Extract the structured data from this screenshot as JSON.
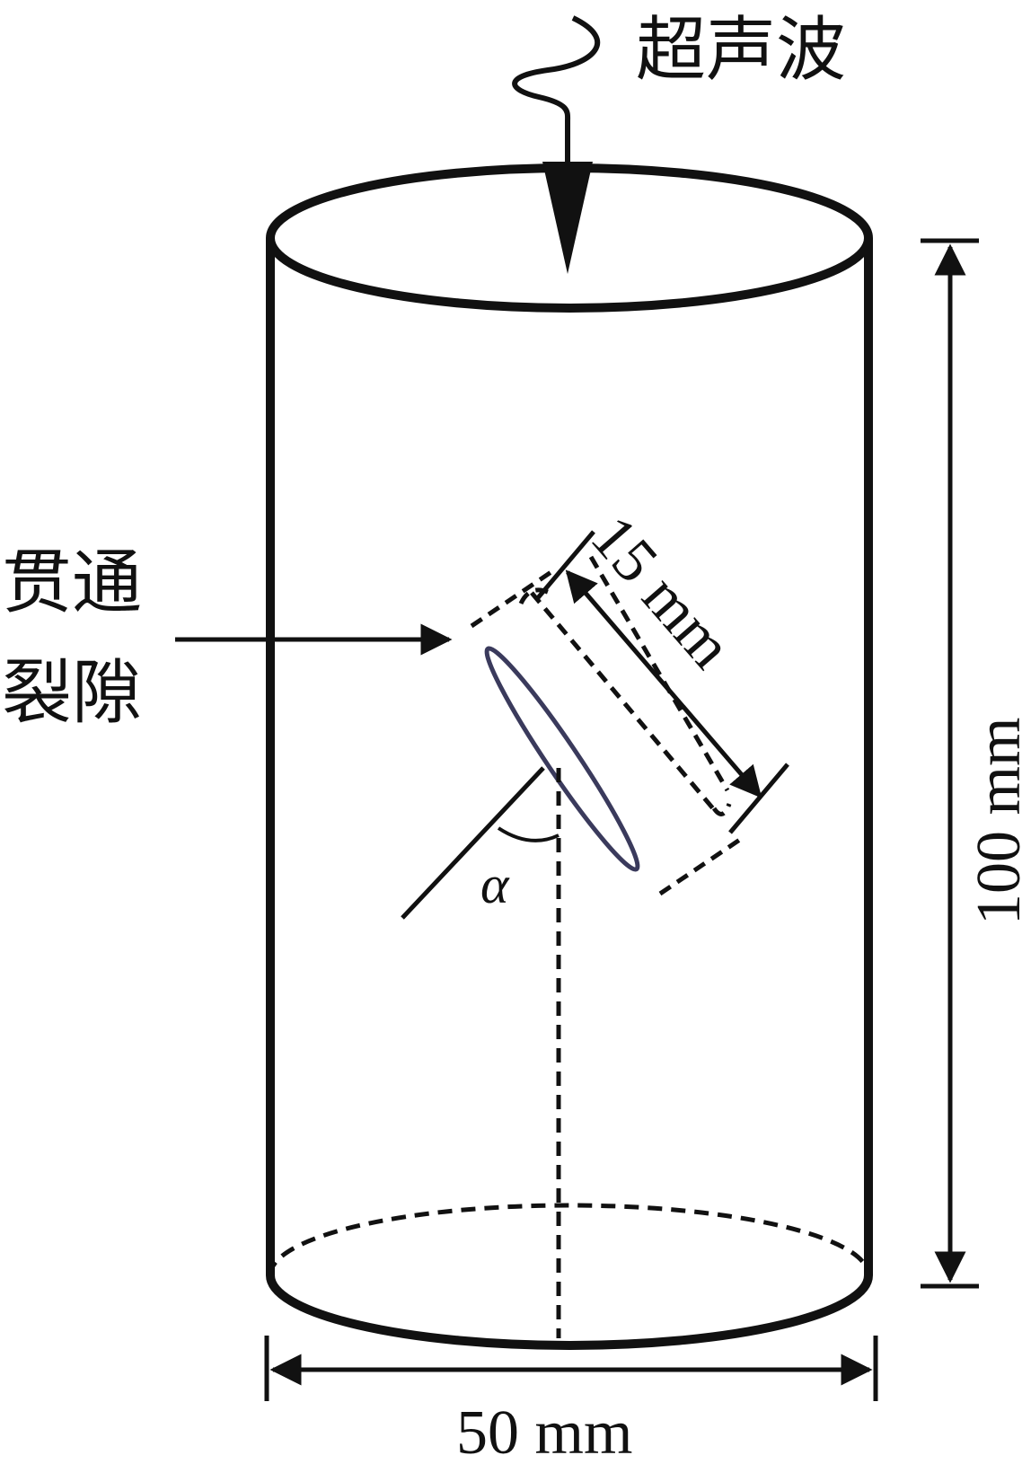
{
  "labels": {
    "ultrasonic": "超声波",
    "crack_line1": "贯通",
    "crack_line2": "裂隙",
    "crack_length": "15 mm",
    "height": "100 mm",
    "diameter": "50 mm",
    "angle": "α"
  },
  "colors": {
    "stroke": "#111111",
    "crack_outline": "#3a3a5c",
    "background": "#ffffff"
  }
}
